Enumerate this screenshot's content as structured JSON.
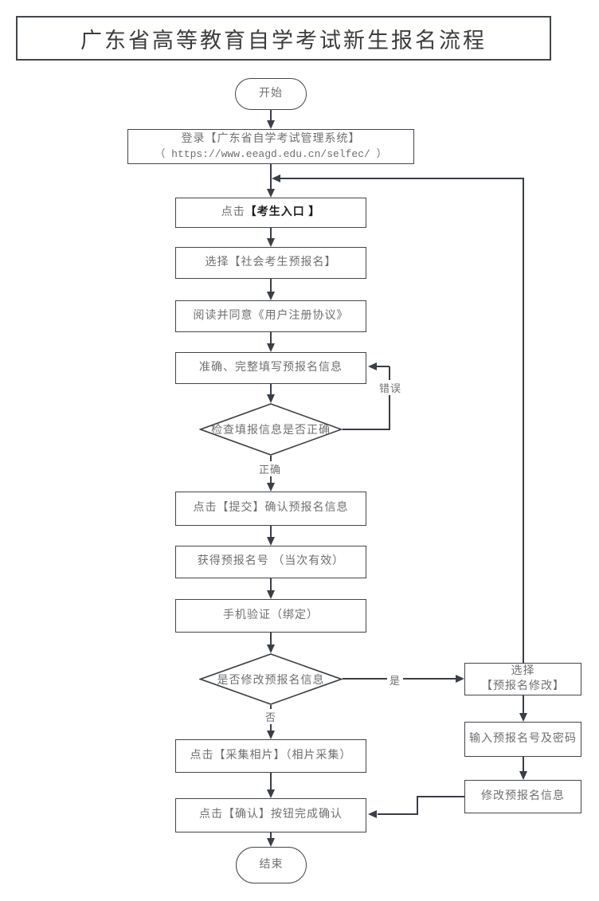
{
  "title": "广东省高等教育自学考试新生报名流程",
  "colors": {
    "background": "#ffffff",
    "border": "#42464d",
    "line": "#3a3e45",
    "text": "#6f6f6f",
    "text_dark": "#1c1c1c",
    "title": "#3d3d3d"
  },
  "nodes": {
    "start": "开始",
    "login_line1": "登录【广东省自学考试管理系统】",
    "login_line2": "（ https://www.eeagd.edu.cn/selfec/ ）",
    "entry_prefix": "点击",
    "entry_bold": "【考生入口 】",
    "select_social": "选择【社会考生预报名】",
    "agreement": "阅读并同意《用户注册协议》",
    "fill_info": "准确、完整填写预报名信息",
    "check_info": "检查填报信息是否正确",
    "submit": "点击【提交】确认预报名信息",
    "get_number": "获得预报名号 （当次有效）",
    "phone_verify": "手机验证（绑定）",
    "modify_decision": "是否修改预报名信息",
    "collect_photo": "点击【采集相片】（相片采集）",
    "confirm": "点击【确认】按钮完成确认",
    "end": "结束",
    "select_modify_line1": "选择",
    "select_modify_line2": "【预报名修改】",
    "input_number": "输入预报名号及密码",
    "modify_info": "修改预报名信息"
  },
  "labels": {
    "error": "错误",
    "correct": "正确",
    "yes": "是",
    "no": "否"
  }
}
